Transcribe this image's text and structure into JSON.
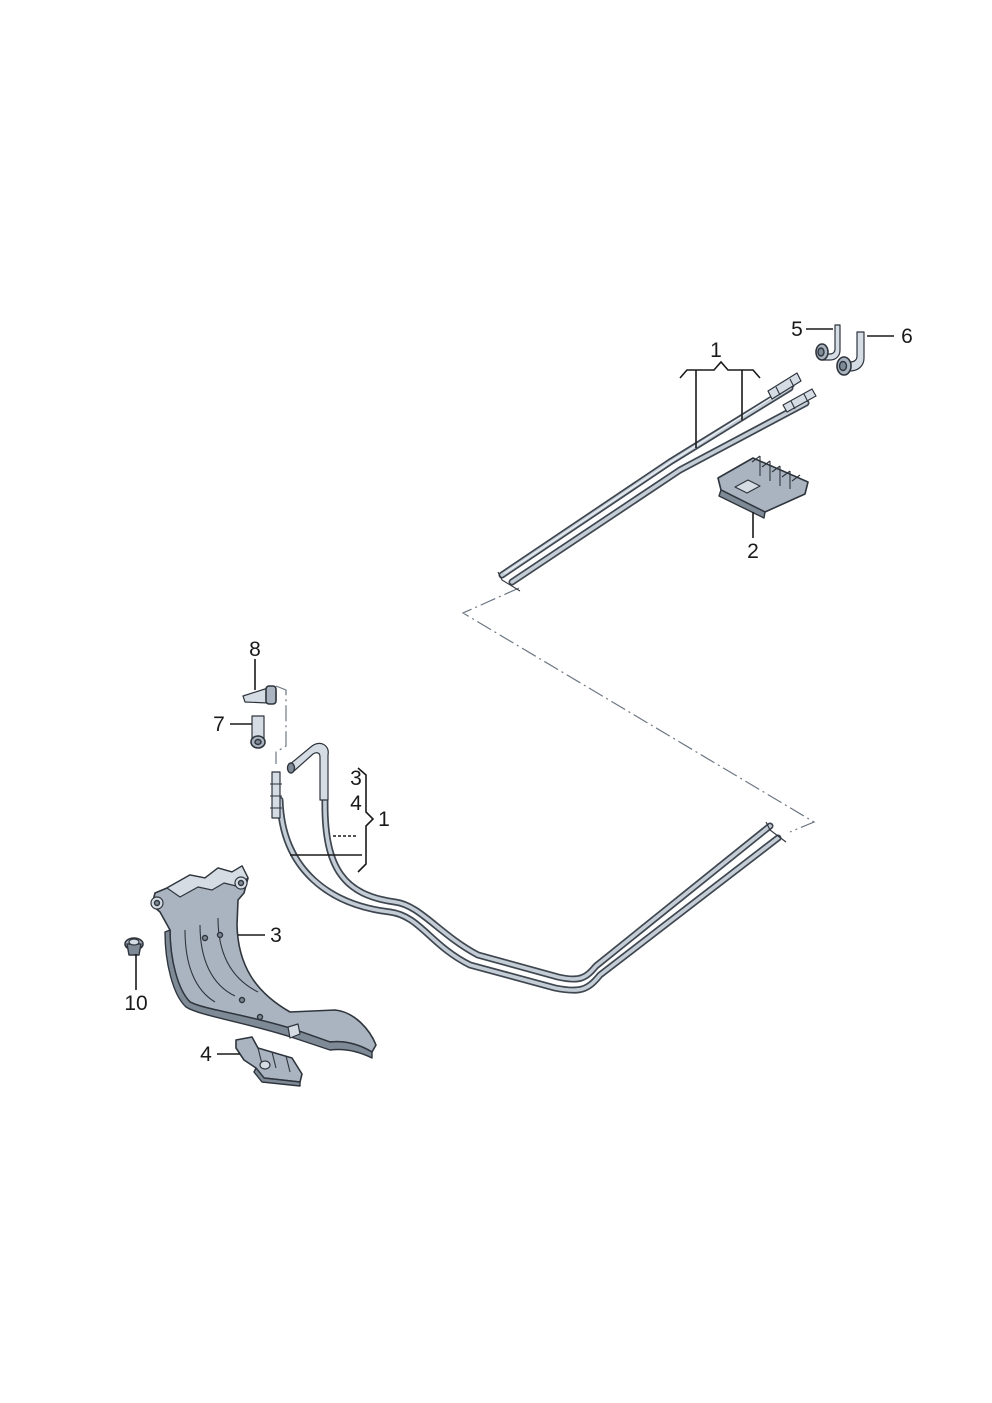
{
  "diagram": {
    "callouts": {
      "c1_top": "1",
      "c2": "2",
      "c5": "5",
      "c6": "6",
      "c8": "8",
      "c7": "7",
      "c3_stack": "3",
      "c4_stack": "4",
      "c1_stack": "1",
      "c3": "3",
      "c10": "10",
      "c4": "4"
    },
    "parts": [
      "hose-pair",
      "retainer-clip",
      "guide-channel",
      "holder-clip",
      "elbow-connector-5",
      "elbow-connector-6",
      "connector-7",
      "connector-8",
      "fastening-clip-10"
    ],
    "colors": {
      "part_fill": "#aab4c0",
      "part_dark": "#7f8a97",
      "outline": "#2f353d",
      "callout_text": "#1a1a1a",
      "dashdot_line": "#6d7783"
    }
  }
}
